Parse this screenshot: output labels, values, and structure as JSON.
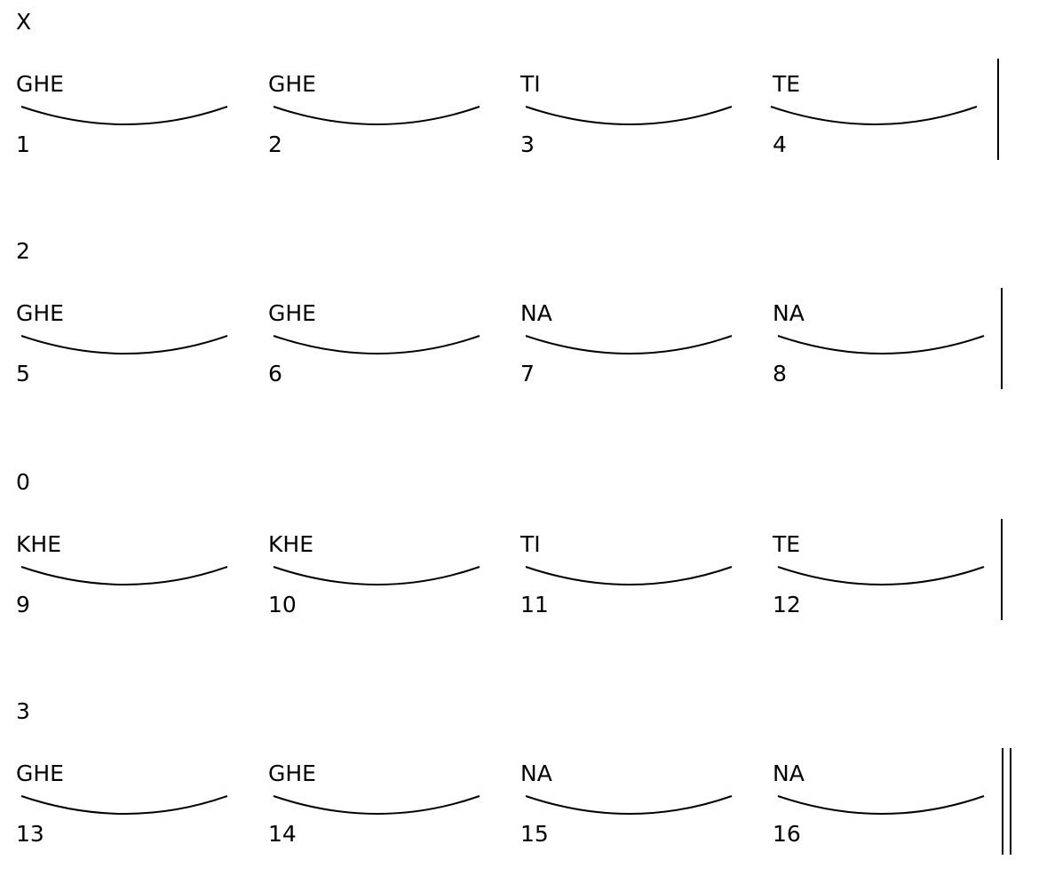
{
  "rows": [
    {
      "marker": "X",
      "beats": [
        {
          "bol": "GHE",
          "number": "1"
        },
        {
          "bol": "GHE",
          "number": "2"
        },
        {
          "bol": "TI",
          "number": "3"
        },
        {
          "bol": "TE",
          "number": "4"
        }
      ],
      "barline": "single"
    },
    {
      "marker": "2",
      "beats": [
        {
          "bol": "GHE",
          "number": "5"
        },
        {
          "bol": "GHE",
          "number": "6"
        },
        {
          "bol": "NA",
          "number": "7"
        },
        {
          "bol": "NA",
          "number": "8"
        }
      ],
      "barline": "single"
    },
    {
      "marker": "0",
      "beats": [
        {
          "bol": "KHE",
          "number": "9"
        },
        {
          "bol": "KHE",
          "number": "10"
        },
        {
          "bol": "TI",
          "number": "11"
        },
        {
          "bol": "TE",
          "number": "12"
        }
      ],
      "barline": "single"
    },
    {
      "marker": "3",
      "beats": [
        {
          "bol": "GHE",
          "number": "13"
        },
        {
          "bol": "GHE",
          "number": "14"
        },
        {
          "bol": "NA",
          "number": "15"
        },
        {
          "bol": "NA",
          "number": "16"
        }
      ],
      "barline": "double"
    }
  ]
}
